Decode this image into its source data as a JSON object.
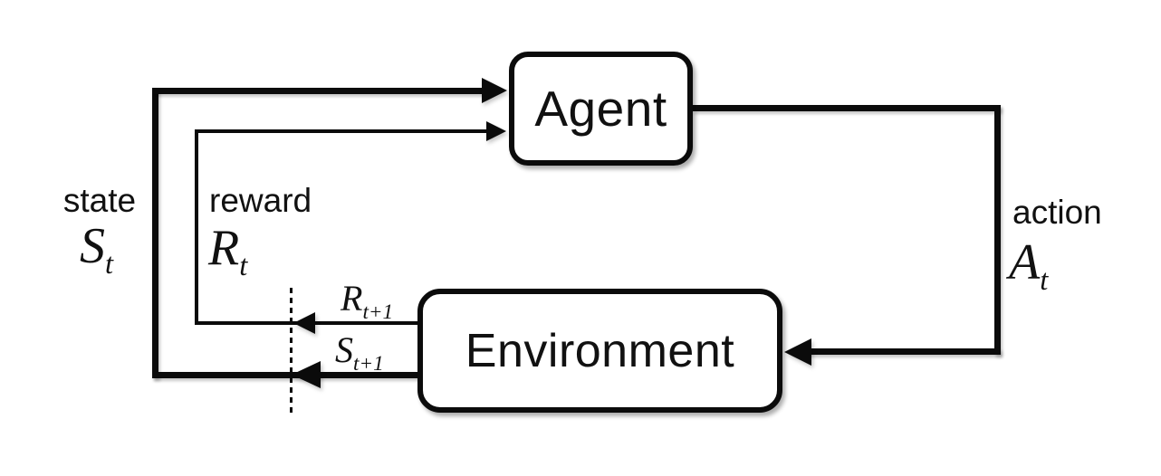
{
  "diagram": {
    "nodes": {
      "agent": {
        "label": "Agent"
      },
      "environment": {
        "label": "Environment"
      }
    },
    "labels": {
      "state": {
        "word": "state",
        "symbol": "S",
        "subscript": "t"
      },
      "reward": {
        "word": "reward",
        "symbol": "R",
        "subscript": "t"
      },
      "action": {
        "word": "action",
        "symbol": "A",
        "subscript": "t"
      },
      "next_reward": {
        "symbol": "R",
        "subscript": "t+1"
      },
      "next_state": {
        "symbol": "S",
        "subscript": "t+1"
      }
    },
    "colors": {
      "line": "#0b0b0b",
      "box_border": "#0b0b0b",
      "box_fill": "#ffffff",
      "background": "#ffffff",
      "text": "#111111"
    }
  }
}
